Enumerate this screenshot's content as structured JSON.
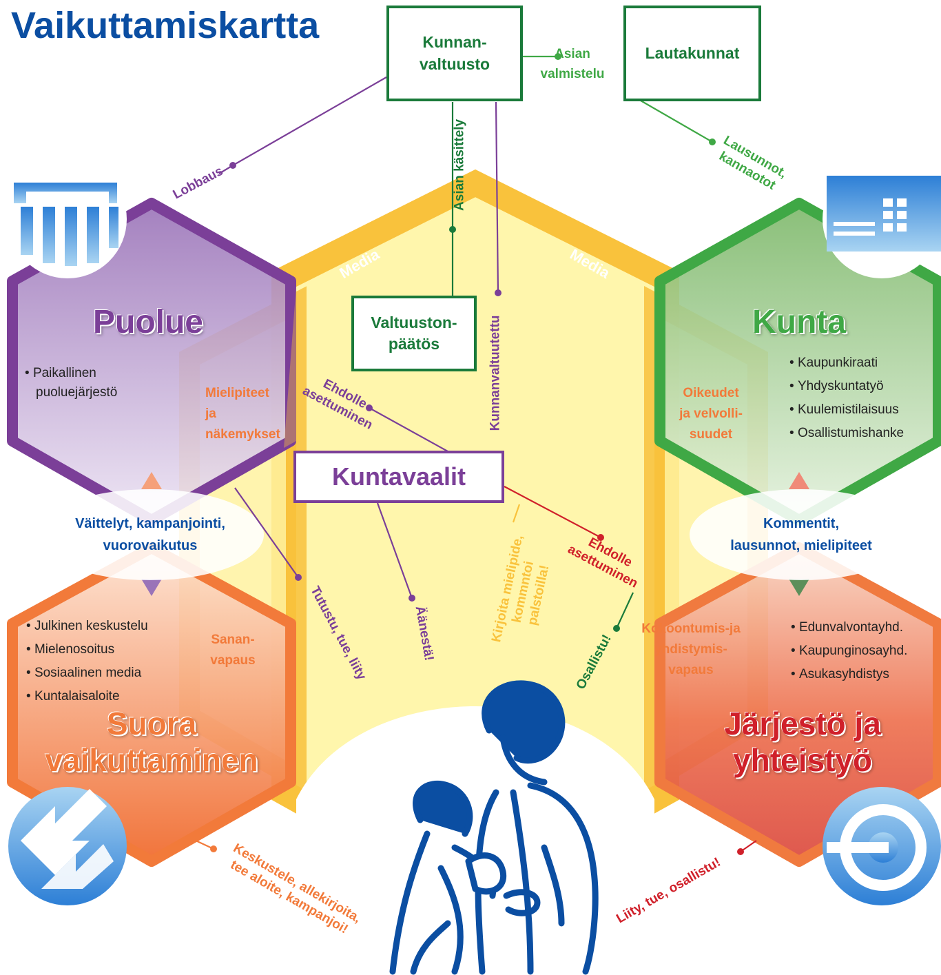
{
  "title": "Vaikuttamiskartta",
  "boxes": {
    "valtuusto": "Kunnan-\nvaltuusto",
    "lautakunnat": "Lautakunnat",
    "paatos": "Valtuuston-\npäätös",
    "kuntavaalit": "Kuntavaalit"
  },
  "hexes": {
    "puolue": {
      "title": "Puolue",
      "items": [
        "Paikallinen",
        "puoluejärjestö"
      ]
    },
    "kunta": {
      "title": "Kunta",
      "items": [
        "Kaupunkiraati",
        "Yhdyskuntatyö",
        "Kuulemistilaisuus",
        "Osallistumishanke"
      ]
    },
    "suora": {
      "title": "Suora\nvaikuttaminen",
      "items": [
        "Julkinen keskustelu",
        "Mielenosoitus",
        "Sosiaalinen media",
        "Kuntalaisaloite"
      ]
    },
    "jarjesto": {
      "title": "Järjestö ja\nyhteistyö",
      "items": [
        "Edunvalvontayhd.",
        "Kaupunginosayhd.",
        "Asukasyhdistys"
      ]
    }
  },
  "inner_labels": {
    "mielipiteet": "Mielipiteet\nja\nnäkemykset",
    "oikeudet": "Oikeudet\nja velvolli-\nsuudet",
    "sananvapaus": "Sanan-\nvapaus",
    "kokoontumis": "Kokoontumis-ja\nyhdistymis-\nvapaus"
  },
  "connectors": {
    "asian_valmistelu": "Asian\nvalmistelu",
    "asian_kasittely": "Asian käsittely",
    "kunnanvaltuutettu": "Kunnanvaltuutettu",
    "lobbaus": "Lobbaus",
    "lausunnot": "Lausunnot,\nkannaotot",
    "media_left": "Media",
    "media_right": "Media",
    "ehdolle_left": "Ehdolle\nasettuminen",
    "ehdolle_right": "Ehdolle\nasettuminen",
    "tutustu": "Tutustu, tue, liity",
    "aanesta": "Äänestä!",
    "kirjoita": "Kirjoita mielipide,\nkommntoi\npalstoilla!",
    "osallistu": "Osallistu!",
    "keskustele": "Keskustele, allekirjoita,\ntee aloite, kampanjoi!",
    "liity": "Liity, tue, osallistu!"
  },
  "ovals": {
    "left": "Väittelyt, kampanjointi,\nvuorovaikutus",
    "right": "Kommentit,\nlausunnot, mielipiteet"
  },
  "icons": [
    "building-icon",
    "office-building-icon",
    "exchange-arrows-icon",
    "cycle-icon",
    "mother-child-illustration"
  ],
  "colors": {
    "title_blue": "#0b4ea2",
    "green": "#1a7a3a",
    "purple": "#7b3f98",
    "orange_text": "#e8541e",
    "red_text": "#d0202a",
    "yellow_band": "#f9c23c",
    "navy": "#0b4ea2"
  }
}
